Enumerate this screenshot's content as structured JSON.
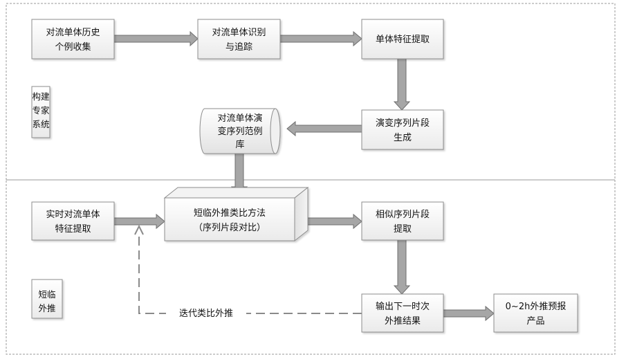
{
  "sections": {
    "build": "构建专家系统",
    "build_lines": [
      "构建",
      "专家",
      "系统"
    ],
    "nowcast": "短临外推",
    "nowcast_lines": [
      "短临",
      "外推"
    ]
  },
  "nodes": {
    "historical": {
      "label": "对流单体历史个例收集",
      "lines": [
        "对流单体历史",
        "个例收集"
      ]
    },
    "identify": {
      "label": "对流单体识别与追踪",
      "lines": [
        "对流单体识别",
        "与追踪"
      ]
    },
    "feature_extract": {
      "label": "单体特征提取",
      "lines": [
        "单体特征提取"
      ]
    },
    "segment_gen": {
      "label": "演变序列片段生成",
      "lines": [
        "演变序列片段",
        "生成"
      ]
    },
    "library": {
      "label": "对流单体演变序列范例库",
      "lines": [
        "对流单体演",
        "变序列范例",
        "库"
      ]
    },
    "realtime": {
      "label": "实时对流单体特征提取",
      "lines": [
        "实时对流单体",
        "特征提取"
      ]
    },
    "analog": {
      "label": "短临外推类比方法（序列片段对比）",
      "lines": [
        "短临外推类比方法",
        "（序列片段对比）"
      ]
    },
    "similar": {
      "label": "相似序列片段提取",
      "lines": [
        "相似序列片段",
        "提取"
      ]
    },
    "next_output": {
      "label": "输出下一时次外推结果",
      "lines": [
        "输出下一时次",
        "外推结果"
      ]
    },
    "product": {
      "label": "0~2h外推预报产品",
      "lines": [
        "0~2h外推预报",
        "产品"
      ]
    }
  },
  "loop_label": "迭代类比外推",
  "colors": {
    "arrow_fill": "#a6a6a6",
    "arrow_stroke": "#6f6f6f",
    "box_stroke": "#8c8c8c",
    "dashed": "#8a8a8a",
    "section_border": "#9a9a9a"
  }
}
